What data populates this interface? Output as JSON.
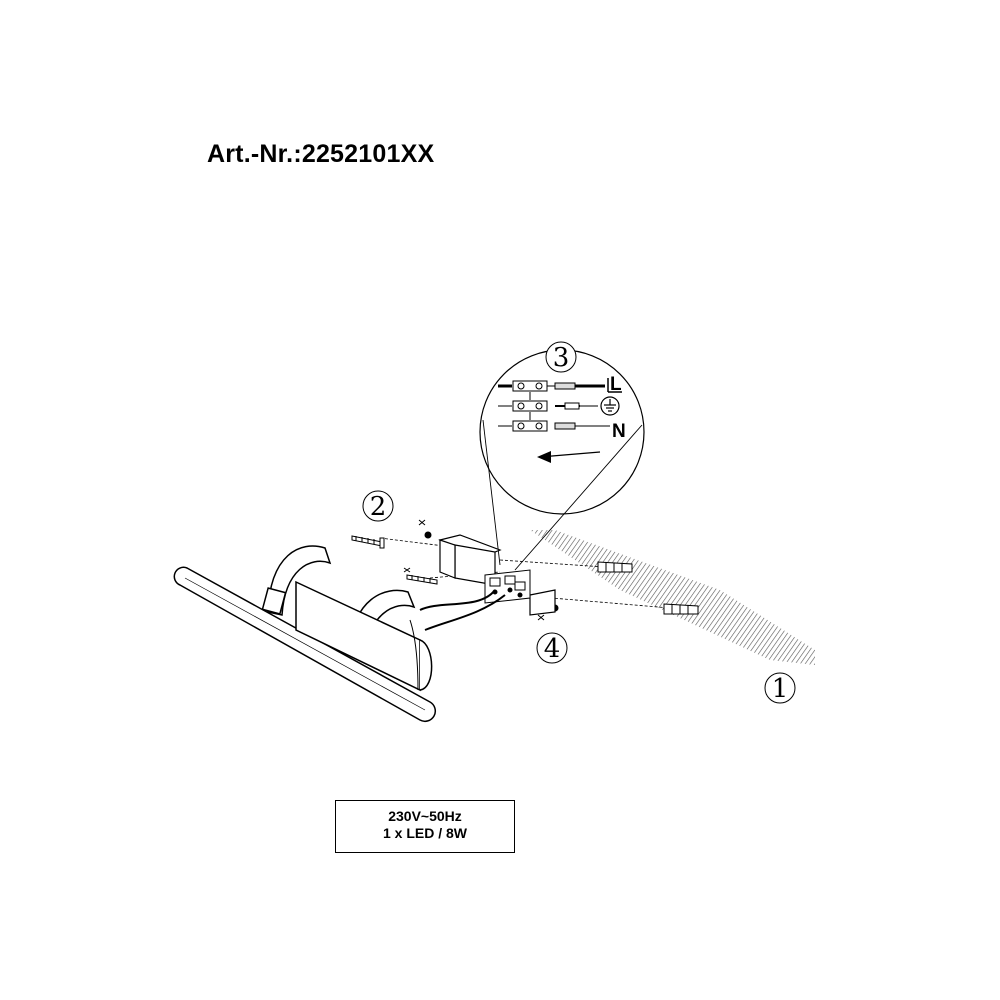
{
  "title": "Art.-Nr.:2252101XX",
  "callouts": [
    "1",
    "2",
    "3",
    "4"
  ],
  "wiring": {
    "live": "L",
    "neutral": "N",
    "earth_icon": "earth-ground-icon"
  },
  "specs": {
    "line1": "230V~50Hz",
    "line2": "1 x LED / 8W"
  }
}
